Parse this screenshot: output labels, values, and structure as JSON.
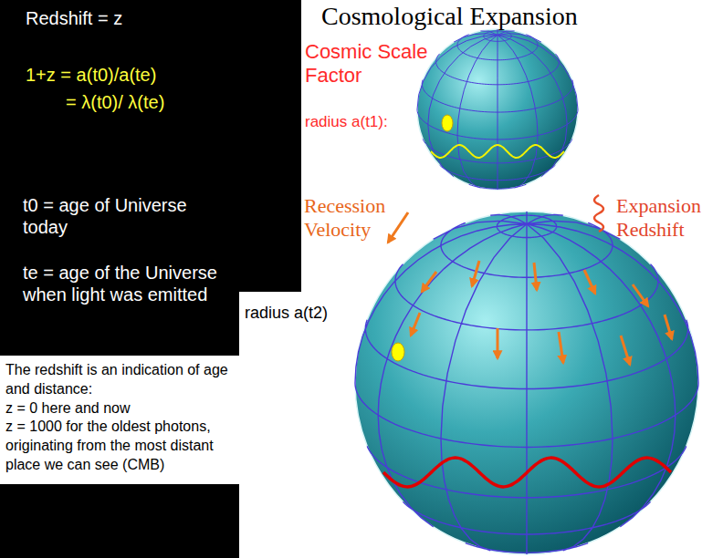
{
  "diagram": {
    "title": "Cosmological Expansion",
    "nodes": [
      {
        "text": [
          "The redshift is an indication of age and distance:",
          "z = 0 here and now",
          "z = 1000 for the oldest photons, originating from the most distant place we can see (CMB)"
        ]
      }
    ],
    "labels": [
      "Redshift = z",
      "1+z = a(t0)/a(te)",
      "= λ(t0)/ λ(te)",
      "t0 = age of Universe today",
      "te = age of the Universe when light was emitted",
      "Cosmic Scale Factor",
      "radius a(t1):",
      "Recession Velocity",
      "Expansion Redshift",
      "radius a(t2)"
    ]
  }
}
